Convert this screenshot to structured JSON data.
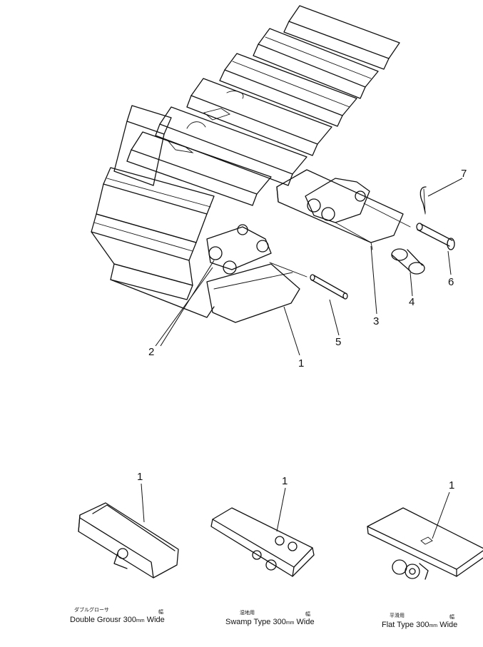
{
  "callouts": {
    "c1": "1",
    "c2": "2",
    "c3": "3",
    "c4": "4",
    "c5": "5",
    "c6": "6",
    "c7": "7",
    "v1": "1",
    "v2": "1",
    "v3": "1"
  },
  "variants": [
    {
      "jp_name": "ダブルグローサ",
      "jp_width": "幅",
      "name": "Double Grousr",
      "size": "300",
      "unit": "mm",
      "suffix": "Wide"
    },
    {
      "jp_name": "湿地用",
      "jp_width": "幅",
      "name": "Swamp Type",
      "size": "300",
      "unit": "mm",
      "suffix": "Wide"
    },
    {
      "jp_name": "平滑用",
      "jp_width": "幅",
      "name": "Flat Type",
      "size": "300",
      "unit": "mm",
      "suffix": "Wide"
    }
  ]
}
